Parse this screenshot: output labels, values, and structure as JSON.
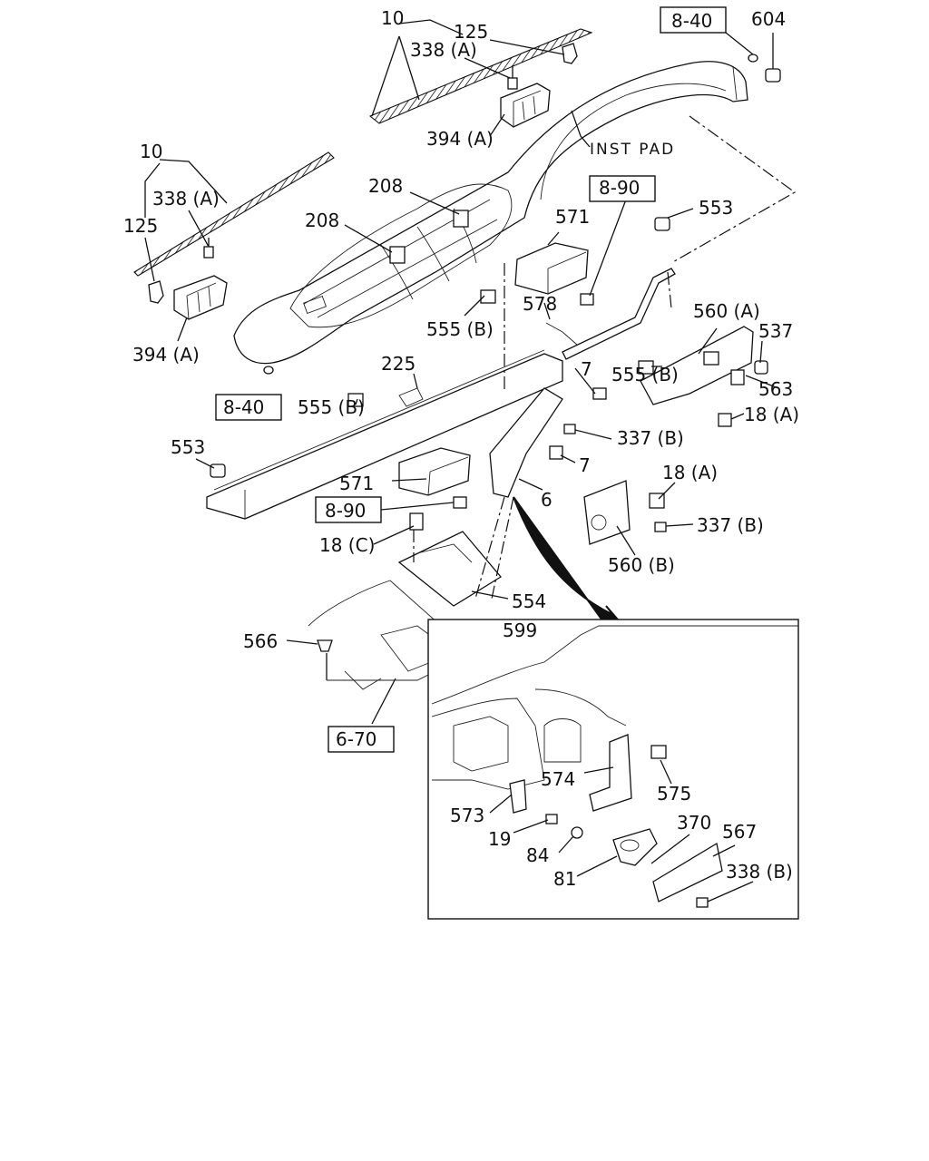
{
  "callouts": {
    "c10a": "10",
    "c125a": "125",
    "c338a_top": "338 (A)",
    "c394a_top": "394 (A)",
    "ref840_top": "8-40",
    "c604": "604",
    "inst_pad": "INST PAD",
    "c10b": "10",
    "c338a_left": "338 (A)",
    "c125b": "125",
    "c394a_left": "394 (A)",
    "c208a": "208",
    "c208b": "208",
    "ref890_mid": "8-90",
    "c571a": "571",
    "c553a": "553",
    "c578": "578",
    "c560a": "560 (A)",
    "c537": "537",
    "c555b_mid": "555 (B)",
    "c555b_right": "555 (B)",
    "c563": "563",
    "c18a_right": "18 (A)",
    "c7a": "7",
    "c7b": "7",
    "c337b_a": "337 (B)",
    "ref840_left": "8-40",
    "c555b_left": "555 (B)",
    "c225": "225",
    "c553b": "553",
    "c571b": "571",
    "ref890_low": "8-90",
    "c18c": "18 (C)",
    "c6": "6",
    "c18a_low": "18 (A)",
    "c337b_b": "337 (B)",
    "c560b": "560 (B)",
    "c554": "554",
    "c566": "566",
    "c599": "599",
    "ref670": "6-70",
    "c574": "574",
    "c575": "575",
    "c573": "573",
    "c19": "19",
    "c370": "370",
    "c567": "567",
    "c84": "84",
    "c81": "81",
    "c338b": "338 (B)"
  }
}
